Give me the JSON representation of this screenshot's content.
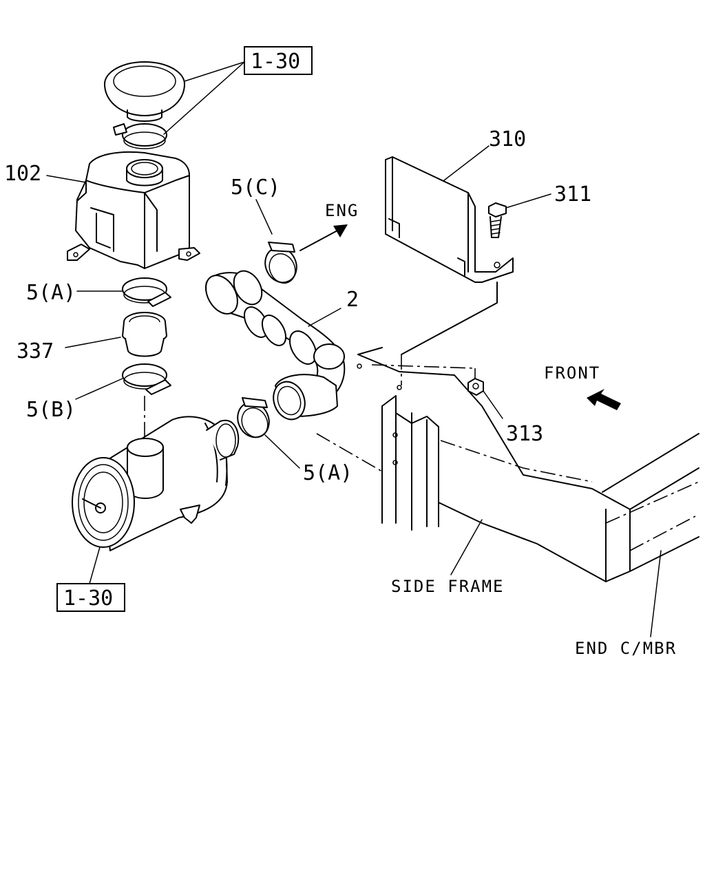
{
  "labels": {
    "ref_top": "1-30",
    "ref_bottom": "1-30",
    "part_102": "102",
    "part_310": "310",
    "part_311": "311",
    "part_2": "2",
    "part_313": "313",
    "part_337": "337",
    "clamp_5c": "5(C)",
    "clamp_5a_left": "5(A)",
    "clamp_5b": "5(B)",
    "clamp_5a_right": "5(A)",
    "eng": "ENG",
    "front": "FRONT",
    "side_frame": "SIDE FRAME",
    "end_cmbr": "END C/MBR"
  }
}
